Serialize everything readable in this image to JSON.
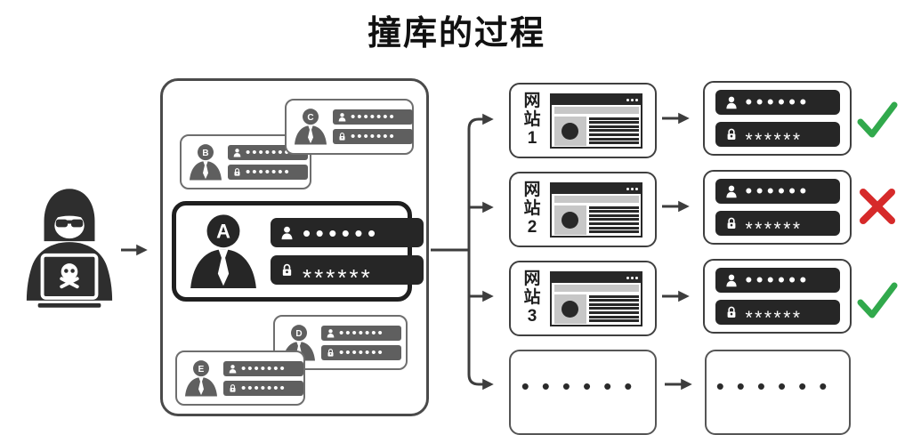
{
  "title": "撞库的过程",
  "colors": {
    "success": "#31a94c",
    "fail": "#d62a2a",
    "dark": "#282828",
    "card_gray": "#5f5f5f"
  },
  "database": {
    "cards": [
      {
        "letter": "A",
        "username_masked": "••••••",
        "password_masked": "******"
      },
      {
        "letter": "B",
        "username_masked": "•••••••",
        "password_masked": "•••••••"
      },
      {
        "letter": "C",
        "username_masked": "•••••••",
        "password_masked": "•••••••"
      },
      {
        "letter": "D",
        "username_masked": "•••••••",
        "password_masked": "•••••••"
      },
      {
        "letter": "E",
        "username_masked": "•••••••",
        "password_masked": "•••••••"
      }
    ]
  },
  "websites": [
    {
      "label": "网站1"
    },
    {
      "label": "网站2"
    },
    {
      "label": "网站3"
    }
  ],
  "attempts": [
    {
      "username_masked": "••••••",
      "password_masked": "******",
      "result": "success"
    },
    {
      "username_masked": "••••••",
      "password_masked": "******",
      "result": "fail"
    },
    {
      "username_masked": "••••••",
      "password_masked": "******",
      "result": "success"
    }
  ],
  "ellipsis_row": {
    "left": "••••••",
    "right": "••••••"
  }
}
